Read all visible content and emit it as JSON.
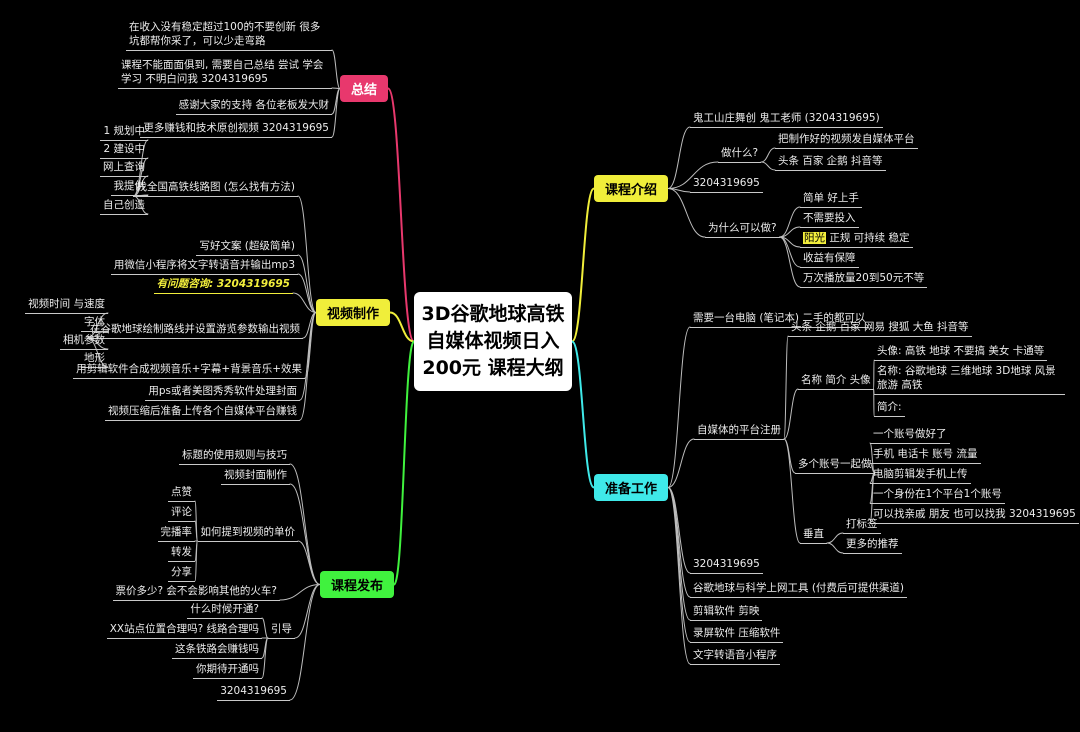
{
  "colors": {
    "summary_branch": "#e8386d",
    "video_branch": "#f0ee3a",
    "publish_branch": "#40f23e",
    "intro_branch": "#f0ee3a",
    "prep_branch": "#3fe9e9",
    "highlight": "#f2ee3c",
    "leaf_text": "#ececec",
    "background": "#000000"
  },
  "center": {
    "lines": [
      "3D谷歌地球高铁",
      "自媒体视频日入",
      "200元 课程大纲"
    ]
  },
  "summary": {
    "label": "总结",
    "items": [
      "在收入没有稳定超过100的不要创新 很多坑都帮你采了，可以少走弯路",
      "课程不能面面俱到, 需要自己总结 尝试 学会学习 不明白问我 3204319695",
      "感谢大家的支持 各位老板发大财",
      "更多赚钱和技术原创视频 3204319695"
    ]
  },
  "video": {
    "label": "视频制作",
    "map": "找全国高铁线路图 (怎么找有方法)",
    "map_children": [
      "1 规划中",
      "2 建设中",
      "网上查询",
      "我提供",
      "自己创造"
    ],
    "script": "写好文案 (超级简单)",
    "tts": "用微信小程序将文字转语音并输出mp3",
    "consult": "有问题咨询: 3204319695",
    "draw": "在谷歌地球绘制路线并设置游览参数输出视频",
    "draw_children": [
      "视频时间 与速度",
      "字体",
      "相机参数",
      "地形"
    ],
    "edit": "用剪辑软件合成视频音乐+字幕+背景音乐+效果",
    "cover": "用ps或者美图秀秀软件处理封面",
    "compress": "视频压缩后准备上传各个自媒体平台赚钱"
  },
  "publish": {
    "label": "课程发布",
    "title_rules": "标题的使用规则与技巧",
    "cover_making": "视频封面制作",
    "price": "如何提到视频的单价",
    "price_children": [
      "点赞",
      "评论",
      "完播率",
      "转发",
      "分享"
    ],
    "ticket": "票价多少? 会不会影响其他的火车?",
    "guide": "引导",
    "guide_children": [
      "什么时候开通?",
      "XX站点位置合理吗? 线路合理吗",
      "这条铁路会赚钱吗",
      "你期待开通吗"
    ],
    "qq": "3204319695"
  },
  "intro": {
    "label": "课程介绍",
    "teacher": "鬼工山庄舞创 鬼工老师 (3204319695)",
    "what": "做什么?",
    "what_children": [
      "把制作好的视频发自媒体平台",
      "头条 百家 企鹅 抖音等"
    ],
    "qq": "3204319695",
    "why": "为什么可以做?",
    "why_children": [
      "简单 好上手",
      "不需要投入"
    ],
    "why_sunny_highlight": "阳光",
    "why_sunny_rest": " 正规 可持续 稳定",
    "why_children2": [
      "收益有保障",
      "万次播放量20到50元不等"
    ]
  },
  "prep": {
    "label": "准备工作",
    "computer": "需要一台电脑 (笔记本) 二手的都可以",
    "register": "自媒体的平台注册",
    "platforms": "头条 企鹅 百家 网易 搜狐 大鱼 抖音等",
    "profile": "名称 简介 头像",
    "profile_children": [
      "头像: 高铁 地球 不要搞 美女 卡通等",
      "名称: 谷歌地球 三维地球 3D地球 风景 旅游 高铁",
      "简介:"
    ],
    "multi": "多个账号一起做",
    "multi_children": [
      "一个账号做好了",
      "手机 电话卡 账号 流量",
      "电脑剪辑发手机上传",
      "一个身份在1个平台1个账号",
      "可以找亲戚 朋友 也可以找我 3204319695"
    ],
    "vertical": "垂直",
    "vertical_children": [
      "打标签",
      "更多的推荐"
    ],
    "qq": "3204319695",
    "tools": "谷歌地球与科学上网工具 (付费后可提供渠道)",
    "editor": "剪辑软件 剪映",
    "recorder": "录屏软件 压缩软件",
    "tts": "文字转语音小程序"
  }
}
